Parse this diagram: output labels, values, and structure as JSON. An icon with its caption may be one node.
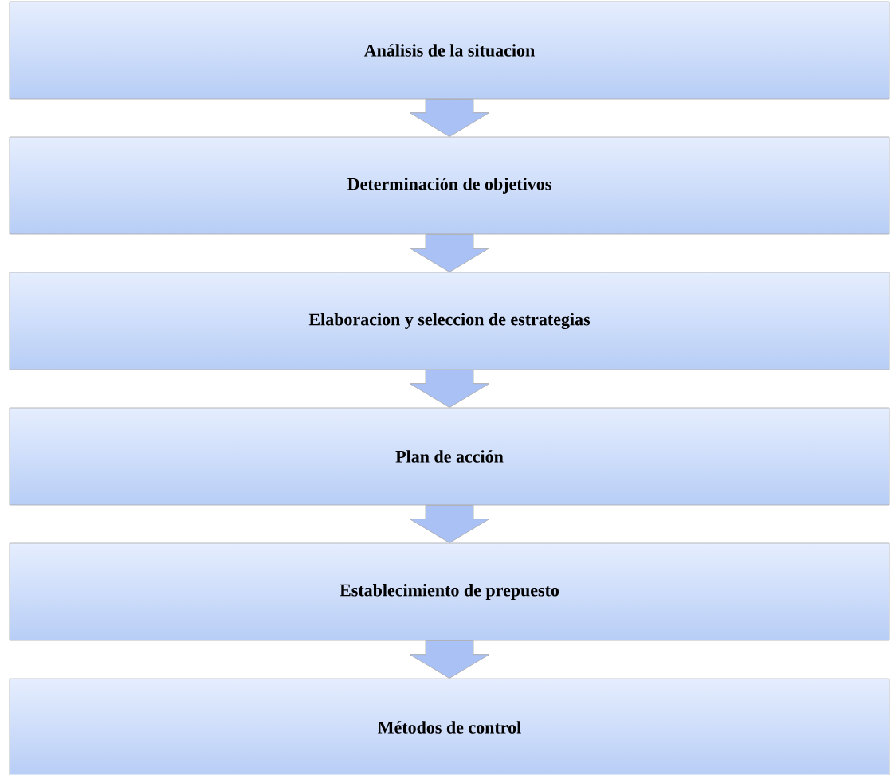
{
  "diagram": {
    "nodes": [
      {
        "text": [
          "**Análisis de la situacion**"
        ]
      },
      {
        "text": [
          "**Determinación de objetivos**"
        ]
      },
      {
        "text": [
          "**Elaboracion y seleccion de estrategias**"
        ]
      },
      {
        "text": [
          "**Plan de acción**"
        ]
      },
      {
        "text": [
          "**Establecimiento de prepuesto**"
        ]
      },
      {
        "text": [
          "**Métodos de control**"
        ]
      }
    ],
    "edges": [
      {
        "from": 0,
        "to": 1,
        "arrow": "to"
      },
      {
        "from": 1,
        "to": 2,
        "arrow": "to"
      },
      {
        "from": 2,
        "to": 3,
        "arrow": "to"
      },
      {
        "from": 3,
        "to": 4,
        "arrow": "to"
      },
      {
        "from": 4,
        "to": 5,
        "arrow": "to"
      }
    ]
  }
}
